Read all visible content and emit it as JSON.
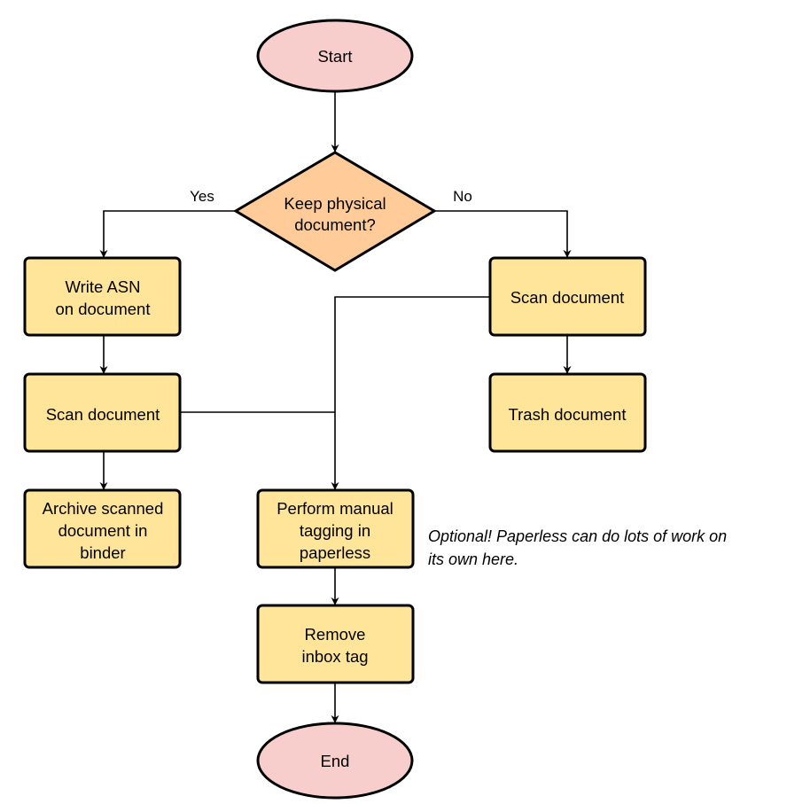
{
  "colors": {
    "terminal_fill": "#f8cecc",
    "decision_fill": "#ffcc99",
    "process_fill": "#ffe599",
    "stroke": "#000000"
  },
  "nodes": {
    "start": "Start",
    "decision": [
      "Keep physical",
      "document?"
    ],
    "write_asn": [
      "Write ASN",
      "on document"
    ],
    "scan_left": "Scan document",
    "archive": [
      "Archive scanned",
      "document in",
      "binder"
    ],
    "scan_right": "Scan document",
    "trash": "Trash document",
    "tagging": [
      "Perform manual",
      "tagging in",
      "paperless"
    ],
    "remove_inbox": [
      "Remove",
      "inbox tag"
    ],
    "end": "End"
  },
  "edge_labels": {
    "yes": "Yes",
    "no": "No"
  },
  "annotation": [
    "Optional! Paperless can do lots of work on",
    "its own here."
  ]
}
